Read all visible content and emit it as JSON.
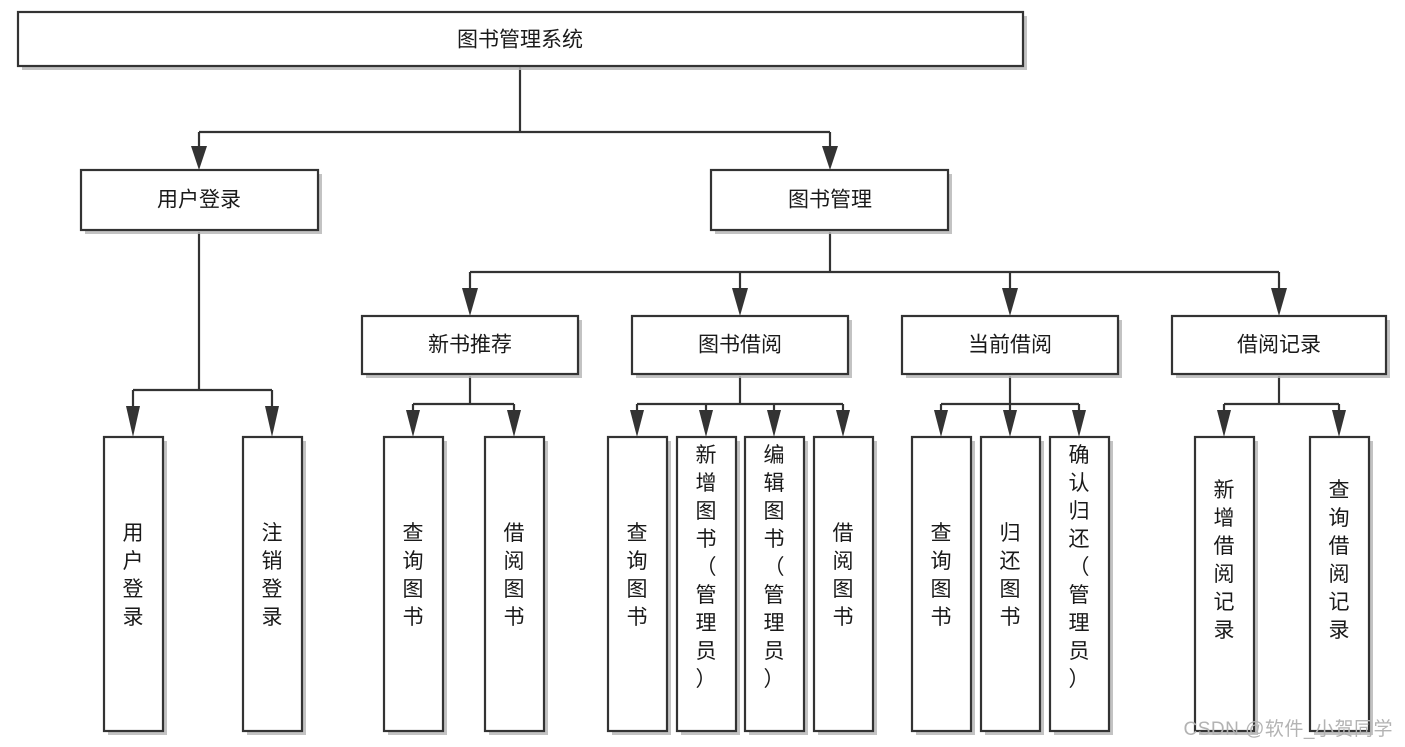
{
  "diagram": {
    "type": "tree-hierarchy",
    "title": "图书管理系统",
    "watermark": "CSDN @软件_小贺同学",
    "colors": {
      "stroke": "#333333",
      "fill": "#ffffff",
      "text": "#1a1a1a",
      "shadow": "#b9b9b9",
      "watermark": "#b3b3b3"
    },
    "levels": [
      {
        "level": 1,
        "nodes": [
          {
            "id": "root",
            "label": "图书管理系统",
            "orientation": "horizontal"
          }
        ]
      },
      {
        "level": 2,
        "nodes": [
          {
            "id": "login",
            "label": "用户登录",
            "orientation": "horizontal"
          },
          {
            "id": "bookmgmt",
            "label": "图书管理",
            "orientation": "horizontal"
          }
        ]
      },
      {
        "level": 3,
        "nodes": [
          {
            "id": "newbook",
            "label": "新书推荐",
            "orientation": "horizontal"
          },
          {
            "id": "borrow",
            "label": "图书借阅",
            "orientation": "horizontal"
          },
          {
            "id": "current",
            "label": "当前借阅",
            "orientation": "horizontal"
          },
          {
            "id": "records",
            "label": "借阅记录",
            "orientation": "horizontal"
          }
        ]
      },
      {
        "level": 4,
        "nodes": [
          {
            "id": "leaf-1",
            "parent": "login",
            "label": "用户登录",
            "orientation": "vertical"
          },
          {
            "id": "leaf-2",
            "parent": "login",
            "label": "注销登录",
            "orientation": "vertical"
          },
          {
            "id": "leaf-3",
            "parent": "newbook",
            "label": "查询图书",
            "orientation": "vertical"
          },
          {
            "id": "leaf-4",
            "parent": "newbook",
            "label": "借阅图书",
            "orientation": "vertical"
          },
          {
            "id": "leaf-5",
            "parent": "borrow",
            "label": "查询图书",
            "orientation": "vertical"
          },
          {
            "id": "leaf-6",
            "parent": "borrow",
            "label": "新增图书（管理员）",
            "orientation": "vertical"
          },
          {
            "id": "leaf-7",
            "parent": "borrow",
            "label": "编辑图书（管理员）",
            "orientation": "vertical"
          },
          {
            "id": "leaf-8",
            "parent": "borrow",
            "label": "借阅图书",
            "orientation": "vertical"
          },
          {
            "id": "leaf-9",
            "parent": "current",
            "label": "查询图书",
            "orientation": "vertical"
          },
          {
            "id": "leaf-10",
            "parent": "current",
            "label": "归还图书",
            "orientation": "vertical"
          },
          {
            "id": "leaf-11",
            "parent": "current",
            "label": "确认归还（管理员）",
            "orientation": "vertical"
          },
          {
            "id": "leaf-12",
            "parent": "records",
            "label": "新增借阅记录",
            "orientation": "vertical"
          },
          {
            "id": "leaf-13",
            "parent": "records",
            "label": "查询借阅记录",
            "orientation": "vertical"
          }
        ]
      }
    ]
  }
}
